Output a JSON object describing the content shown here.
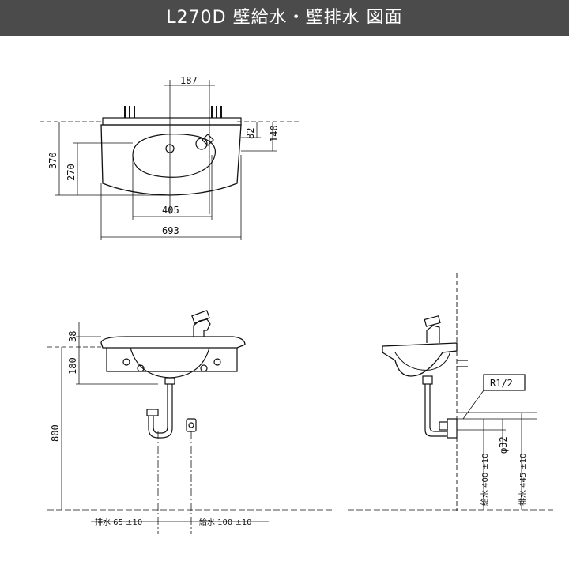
{
  "title": "L270D 壁給水・壁排水 図面",
  "colors": {
    "title_bar": "#4b4b4b",
    "title_text": "#ffffff",
    "line": "#111111"
  },
  "plan_view": {
    "dim_top": "187",
    "dim_right_small": "82",
    "dim_right_large": "140",
    "dim_left_outer": "370",
    "dim_left_inner": "270",
    "dim_bowl_width": "405",
    "dim_total_width": "693"
  },
  "front_view": {
    "dim_top": "38",
    "dim_upper": "180",
    "dim_height": "800",
    "label_drain": "排水 65 ±10",
    "label_drain2": "給水 100 ±10"
  },
  "side_view": {
    "label_thread": "R1/2",
    "dim_pipe": "φ32",
    "label_supply": "給水 400 ±10",
    "label_drain": "排水 445 ±10"
  }
}
